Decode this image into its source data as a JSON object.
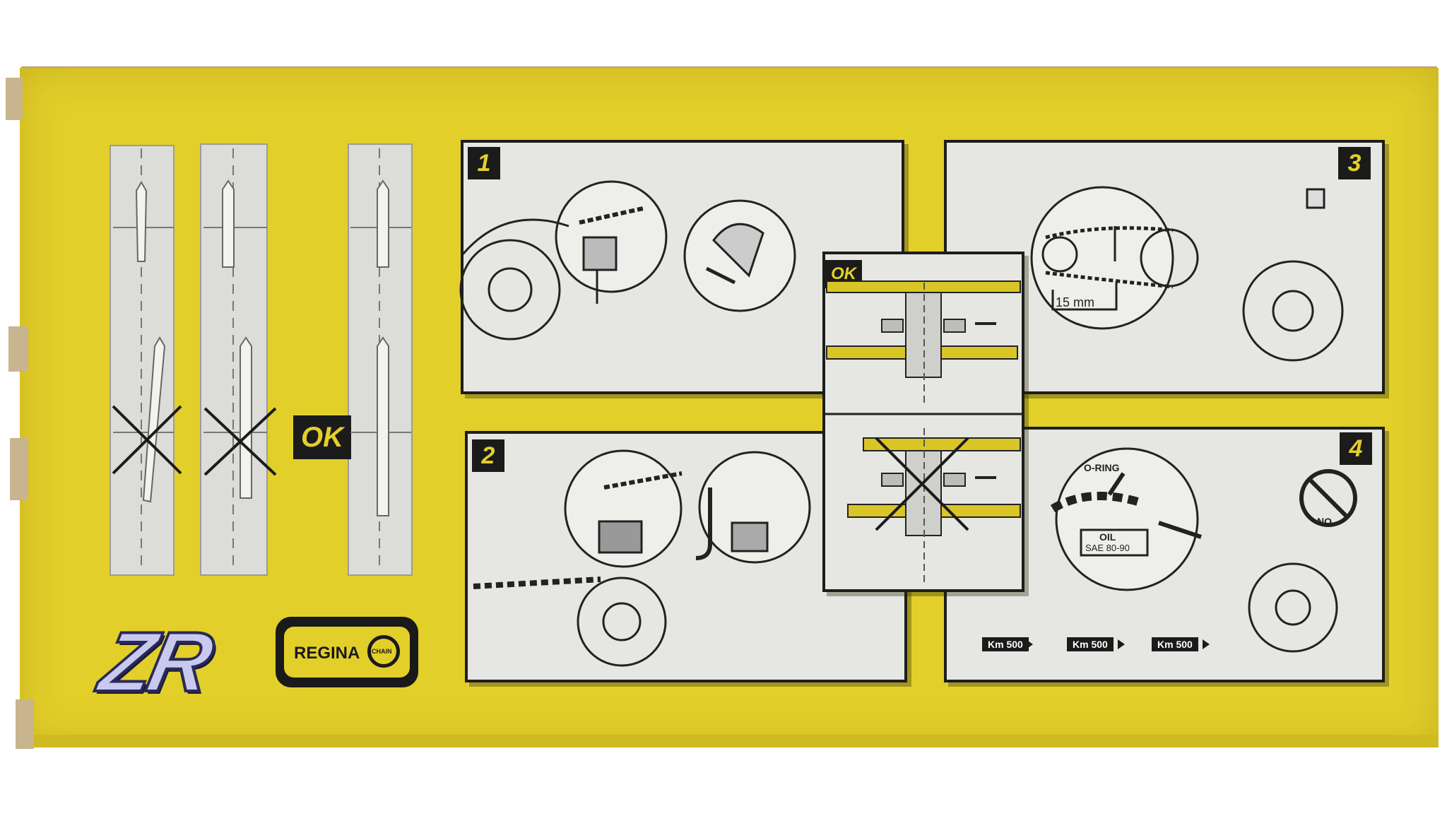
{
  "steps": [
    "1",
    "2",
    "3",
    "4"
  ],
  "alignment": {
    "ok_label": "OK"
  },
  "bearing": {
    "ok_label": "OK"
  },
  "step3": {
    "slack_label": "15 mm"
  },
  "step4": {
    "oring_label": "O-RING",
    "oil_label": "OIL",
    "oil_spec": "SAE 80-90",
    "no_label": "NO",
    "interval": [
      "Km 500",
      "Km 500",
      "Km 500"
    ]
  },
  "brand": {
    "zr": "ZR",
    "regina": "REGINA",
    "chain": "CHAIN"
  }
}
